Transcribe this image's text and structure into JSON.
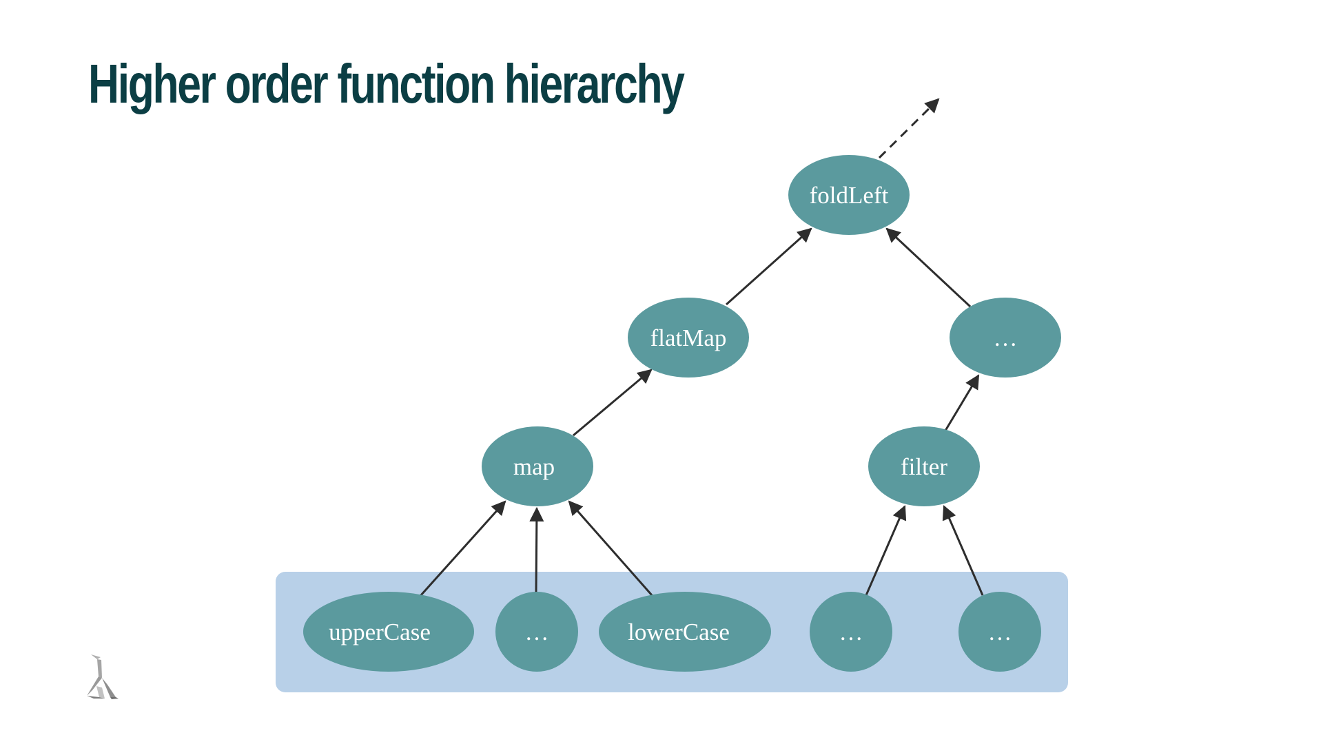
{
  "slide": {
    "title": "Higher order function hierarchy"
  },
  "diagram": {
    "nodes": {
      "foldLeft": "foldLeft",
      "flatMap": "flatMap",
      "ellipsis_right": "…",
      "map": "map",
      "filter": "filter",
      "upperCase": "upperCase",
      "ellipsis_map": "…",
      "lowerCase": "lowerCase",
      "ellipsis_filter_1": "…",
      "ellipsis_filter_2": "…"
    },
    "edges": [
      {
        "from": "upperCase",
        "to": "map"
      },
      {
        "from": "ellipsis_map",
        "to": "map"
      },
      {
        "from": "lowerCase",
        "to": "map"
      },
      {
        "from": "ellipsis_filter_1",
        "to": "filter"
      },
      {
        "from": "ellipsis_filter_2",
        "to": "filter"
      },
      {
        "from": "map",
        "to": "flatMap"
      },
      {
        "from": "flatMap",
        "to": "foldLeft"
      },
      {
        "from": "filter",
        "to": "ellipsis_right"
      },
      {
        "from": "ellipsis_right",
        "to": "foldLeft"
      },
      {
        "from": "foldLeft",
        "to": "",
        "style": "dashed"
      }
    ],
    "colors": {
      "node_fill": "#5b9a9e",
      "node_text": "#ffffff",
      "leaf_group_fill": "#b8d0e8",
      "arrow": "#2d2d2d",
      "title": "#0b3e44"
    }
  },
  "footer": {
    "logo_icon": "lambda-bird-logo"
  }
}
